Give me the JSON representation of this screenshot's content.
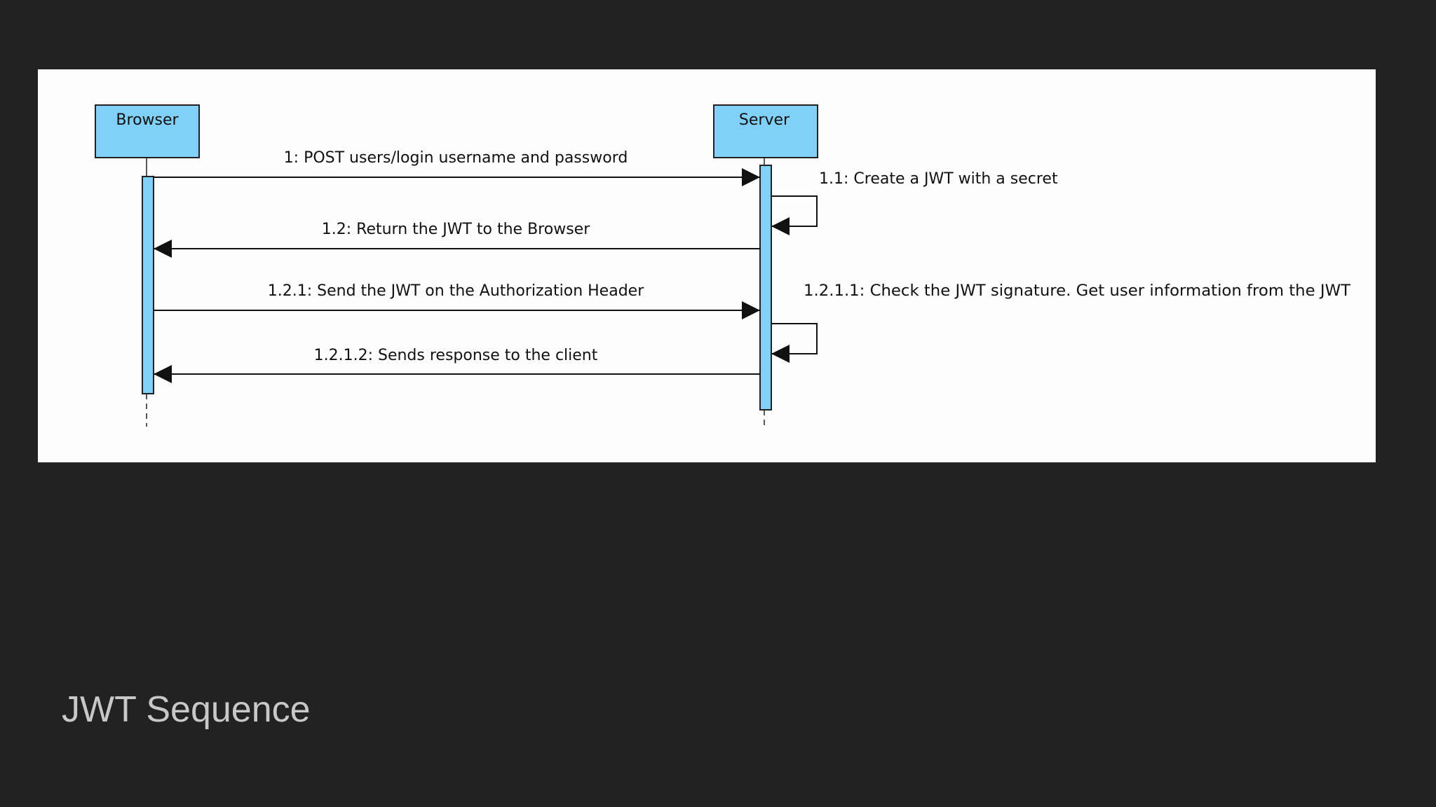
{
  "slide": {
    "title": "JWT Sequence",
    "background": "#222222",
    "title_color": "#c8c8c8"
  },
  "diagram": {
    "type": "sequence",
    "lifeline_color": "#80d0f8",
    "actors": [
      {
        "id": "browser",
        "label": "Browser"
      },
      {
        "id": "server",
        "label": "Server"
      }
    ],
    "messages": [
      {
        "number": "1",
        "label": "1: POST users/login username and password",
        "from": "browser",
        "to": "server"
      },
      {
        "number": "1.1",
        "label": "1.1: Create a JWT with a secret",
        "from": "server",
        "to": "server"
      },
      {
        "number": "1.2",
        "label": "1.2: Return the JWT to the Browser",
        "from": "server",
        "to": "browser"
      },
      {
        "number": "1.2.1",
        "label": "1.2.1: Send the JWT on the Authorization Header",
        "from": "browser",
        "to": "server"
      },
      {
        "number": "1.2.1.1",
        "label": "1.2.1.1: Check the JWT signature. Get user information from the JWT",
        "from": "server",
        "to": "server"
      },
      {
        "number": "1.2.1.2",
        "label": "1.2.1.2: Sends response to the client",
        "from": "server",
        "to": "browser"
      }
    ]
  }
}
